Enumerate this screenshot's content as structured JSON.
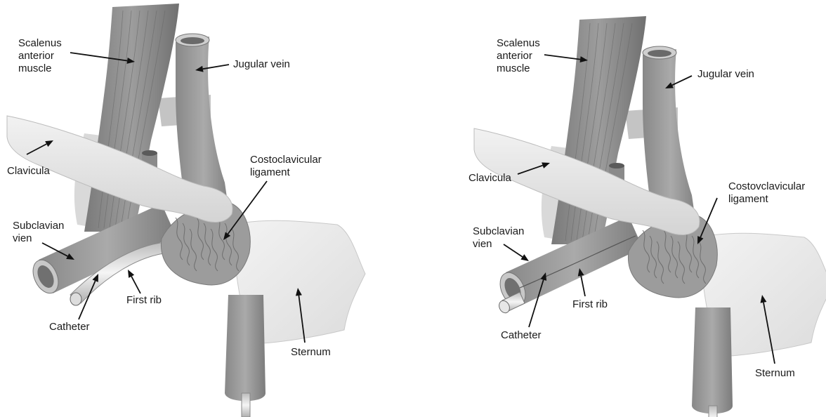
{
  "panels": [
    {
      "labels": {
        "scalenus": [
          "Scalenus",
          "anterior",
          "muscle"
        ],
        "jugular": [
          "Jugular vein"
        ],
        "clavicula": [
          "Clavicula"
        ],
        "costo": [
          "Costoclavicular",
          "ligament"
        ],
        "subclavian": [
          "Subclavian",
          "vien"
        ],
        "first_rib": [
          "First rib"
        ],
        "catheter": [
          "Catheter"
        ],
        "sternum": [
          "Sternum"
        ]
      }
    },
    {
      "labels": {
        "scalenus": [
          "Scalenus",
          "anterior",
          "muscle"
        ],
        "jugular": [
          "Jugular vein"
        ],
        "clavicula": [
          "Clavicula"
        ],
        "costo": [
          "Costovclavicular",
          "ligament"
        ],
        "subclavian": [
          "Subclavian",
          "vien"
        ],
        "first_rib": [
          "First rib"
        ],
        "catheter": [
          "Catheter"
        ],
        "sternum": [
          "Sternum"
        ]
      }
    }
  ],
  "colors": {
    "muscle": "#8e8e8e",
    "muscle_dark": "#6f6f6f",
    "vein": "#9a9a9a",
    "bone": "#e2e2e2",
    "bone_edge": "#bdbdbd",
    "ligament": "#9c9c9c",
    "sternum": "#ececec"
  }
}
